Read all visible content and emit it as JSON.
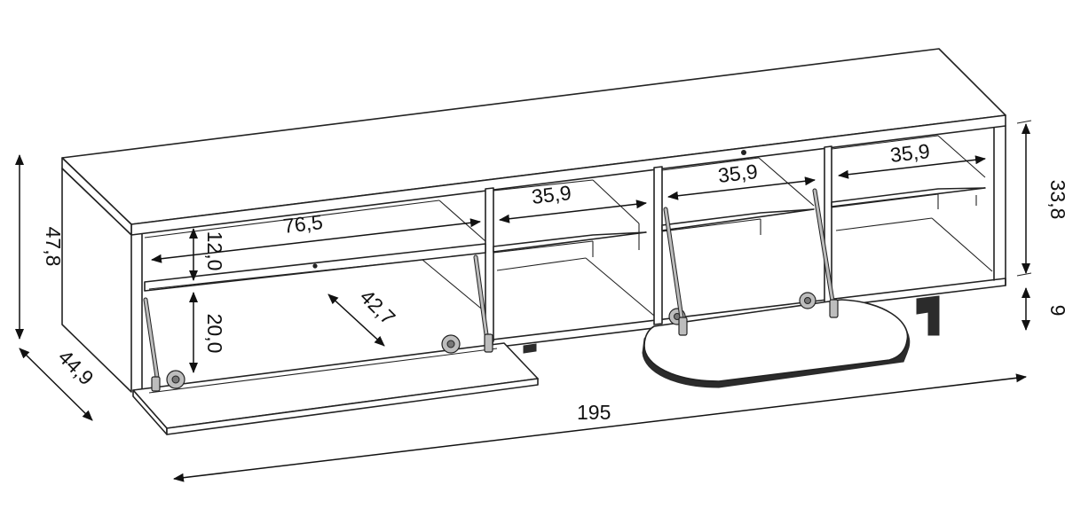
{
  "dimensions": {
    "total_width": "195",
    "total_height": "47,8",
    "depth": "44,9",
    "inner_height_right": "33,8",
    "leg_height": "9",
    "left_compartment_width": "76,5",
    "left_upper_height": "12,0",
    "left_lower_height": "20,0",
    "flap_depth": "42,7",
    "compartment_2_width": "35,9",
    "compartment_3_width": "35,9",
    "compartment_4_width": "35,9"
  }
}
